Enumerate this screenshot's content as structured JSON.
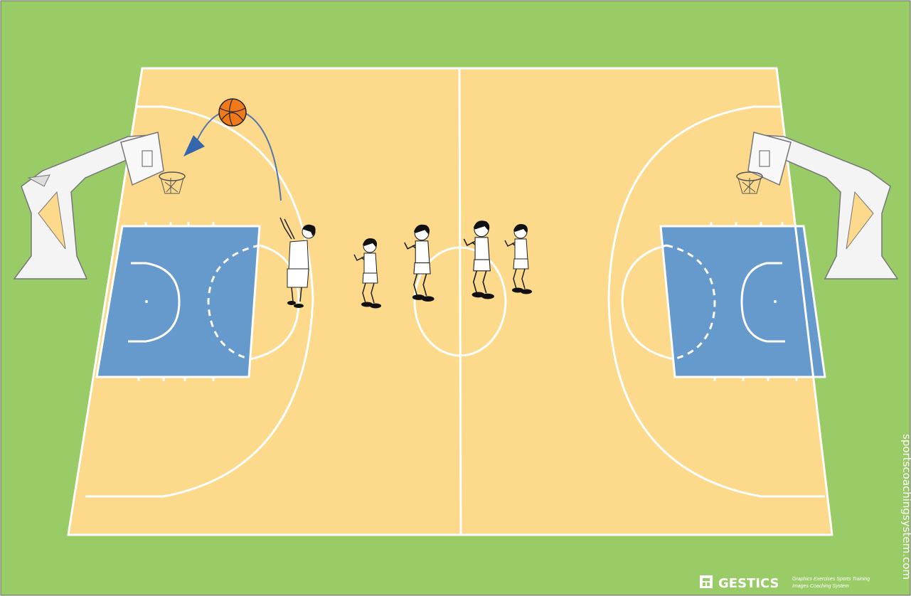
{
  "watermark": {
    "url": "sportscoachingsystem.com"
  },
  "brand": {
    "name": "GESTICS",
    "tagline_1": "Graphics Exercises Sports Training",
    "tagline_2": "Images Coaching System"
  },
  "colors": {
    "grass": "#99cc66",
    "court_floor": "#fdd98c",
    "paint_area": "#6699cc",
    "court_lines": "#ffffff",
    "ball": "#f07a1a",
    "pass_arrow": "#3366aa",
    "jersey": "#ffffff",
    "hair_shoes": "#111111"
  },
  "diagram": {
    "players": [
      {
        "id": "shooter",
        "pose": "shooting"
      },
      {
        "id": "line-player-1",
        "pose": "ready"
      },
      {
        "id": "line-player-2",
        "pose": "ready"
      },
      {
        "id": "line-player-3",
        "pose": "ready"
      },
      {
        "id": "line-player-4",
        "pose": "ready"
      }
    ],
    "ball": {
      "icon": "basketball-icon"
    },
    "hoops": [
      {
        "id": "left-hoop",
        "icon": "basketball-hoop-icon"
      },
      {
        "id": "right-hoop",
        "icon": "basketball-hoop-icon"
      }
    ]
  }
}
